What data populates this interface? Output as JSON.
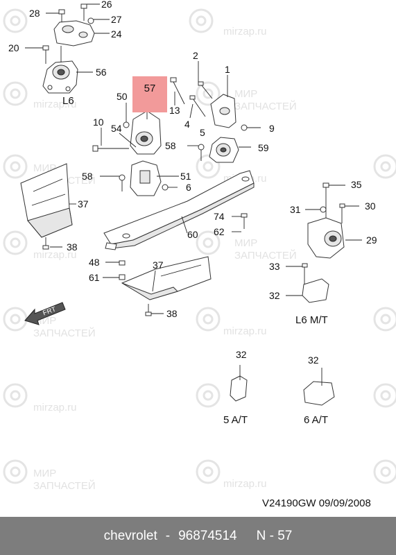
{
  "watermark": {
    "brand": "mirzap.ru",
    "line1": "МИР",
    "line2": "ЗАПЧАСТЕЙ"
  },
  "highlight": {
    "label": "57",
    "color": "#f29a9a"
  },
  "callouts": [
    "28",
    "26",
    "27",
    "24",
    "20",
    "56",
    "2",
    "1",
    "50",
    "13",
    "4",
    "9",
    "10",
    "54",
    "5",
    "58",
    "59",
    "58",
    "51",
    "6",
    "35",
    "37",
    "31",
    "30",
    "74",
    "62",
    "29",
    "60",
    "38",
    "48",
    "37",
    "61",
    "33",
    "32",
    "38"
  ],
  "captions": {
    "l6": "L6",
    "l6mt": "L6 M/T",
    "at5": "5 A/T",
    "at6": "6 A/T",
    "frt": "FRT",
    "call32a": "32",
    "call32b": "32"
  },
  "code": "V24190GW  09/09/2008",
  "footer": {
    "brand": "chevrolet",
    "sep1": "-",
    "part_number": "96874514",
    "sep2": "N - 57"
  }
}
